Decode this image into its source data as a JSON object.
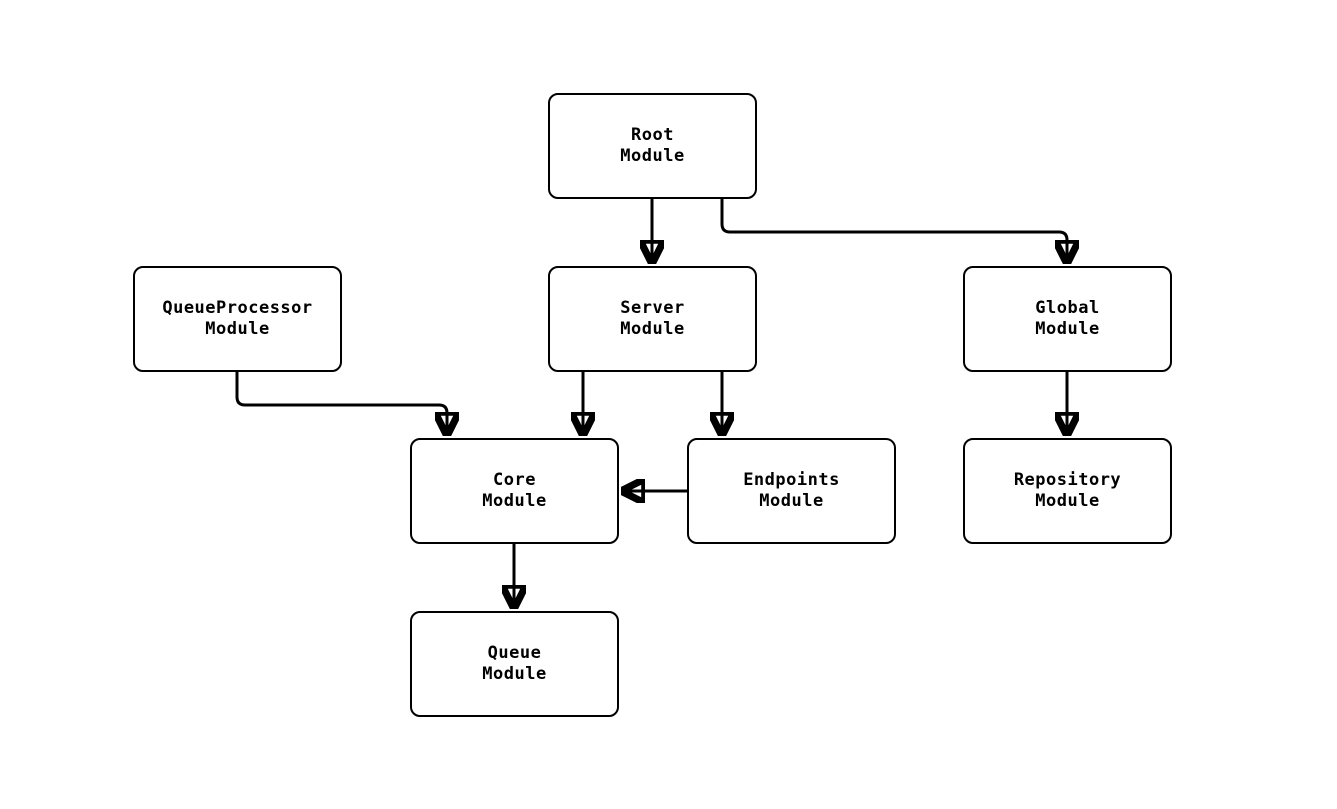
{
  "page": {
    "background_color": "#ffffff",
    "stroke_color": "#000000",
    "node_fill_color": "#ffffff",
    "text_color": "#000000"
  },
  "diagram": {
    "type": "module-dependency-graph",
    "nodes": [
      {
        "id": "root",
        "label": "Root\nModule"
      },
      {
        "id": "queue-processor",
        "label": "QueueProcessor\nModule"
      },
      {
        "id": "server",
        "label": "Server\nModule"
      },
      {
        "id": "global",
        "label": "Global\nModule"
      },
      {
        "id": "core",
        "label": "Core\nModule"
      },
      {
        "id": "endpoints",
        "label": "Endpoints\nModule"
      },
      {
        "id": "repository",
        "label": "Repository\nModule"
      },
      {
        "id": "queue",
        "label": "Queue\nModule"
      }
    ],
    "edges": [
      {
        "from": "root",
        "to": "server"
      },
      {
        "from": "root",
        "to": "global"
      },
      {
        "from": "queue-processor",
        "to": "core"
      },
      {
        "from": "server",
        "to": "core"
      },
      {
        "from": "server",
        "to": "endpoints"
      },
      {
        "from": "endpoints",
        "to": "core"
      },
      {
        "from": "global",
        "to": "repository"
      },
      {
        "from": "core",
        "to": "queue"
      }
    ]
  }
}
